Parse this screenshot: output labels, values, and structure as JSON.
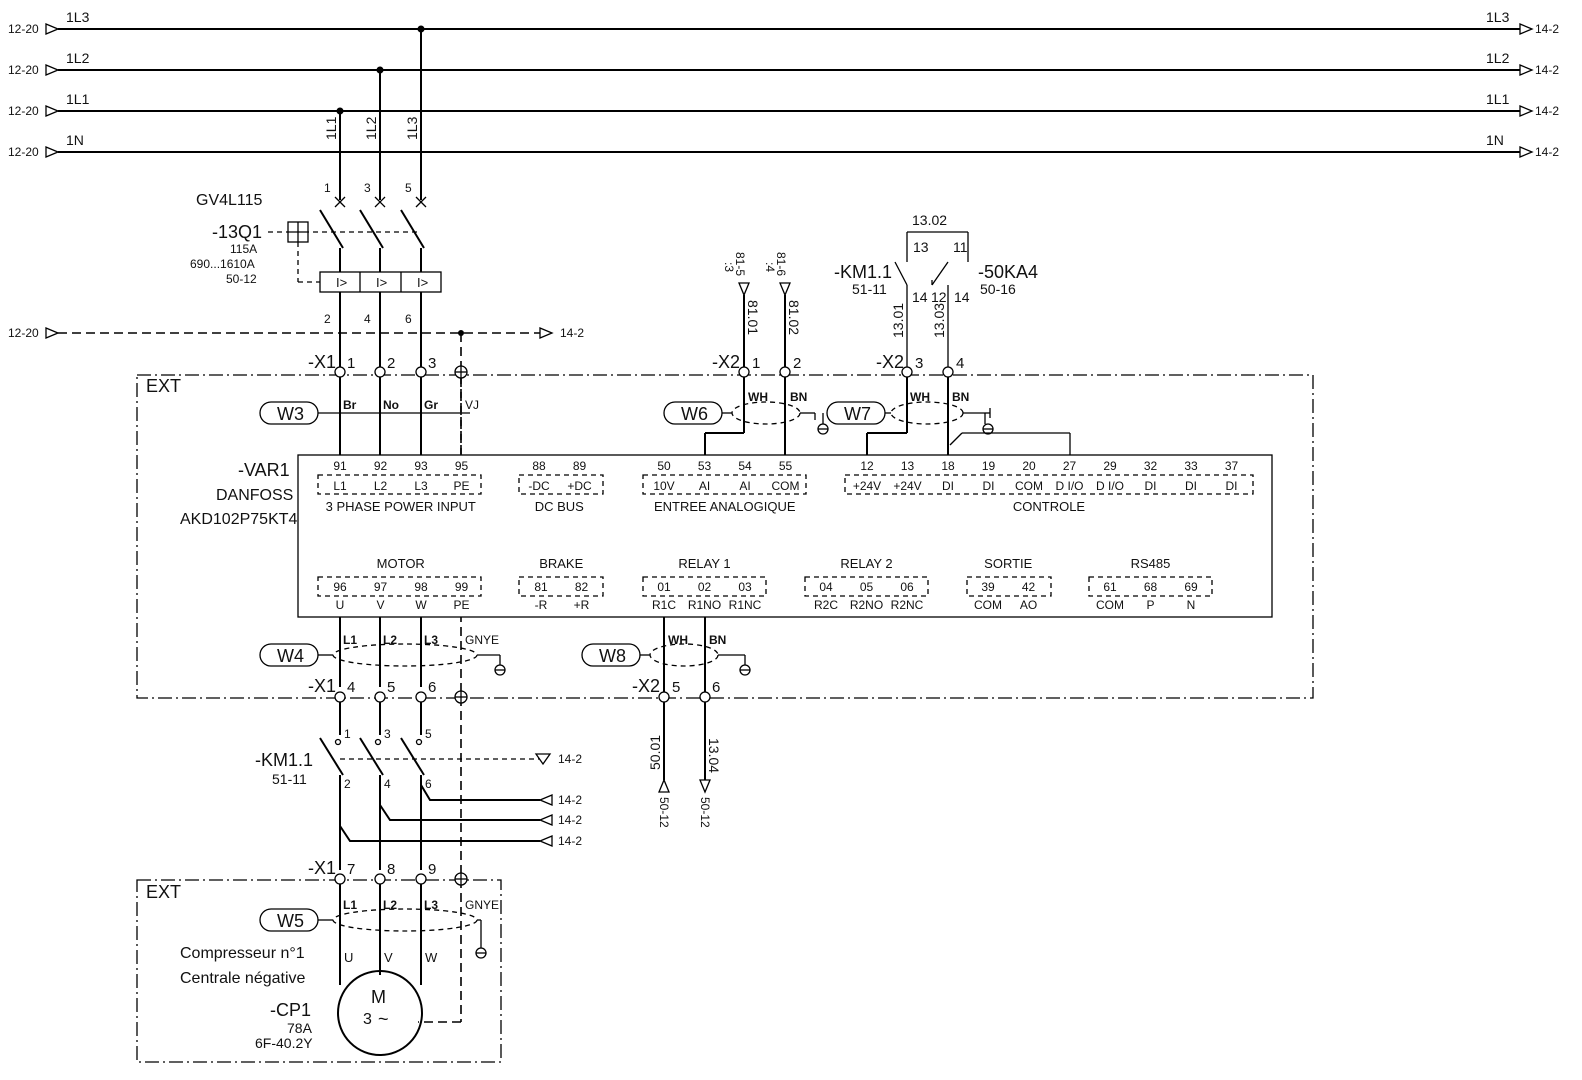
{
  "buses": [
    {
      "name": "1L3",
      "ref_in": "12-20",
      "ref_out": "14-2"
    },
    {
      "name": "1L2",
      "ref_in": "12-20",
      "ref_out": "14-2"
    },
    {
      "name": "1L1",
      "ref_in": "12-20",
      "ref_out": "14-2"
    },
    {
      "name": "1N",
      "ref_in": "12-20",
      "ref_out": "14-2"
    }
  ],
  "drops": [
    "1L1",
    "1L2",
    "1L3"
  ],
  "breaker": {
    "model": "GV4L115",
    "tag": "-13Q1",
    "rating": "115A",
    "range": "690...1610A",
    "ref": "50-12",
    "top_terms": [
      "1",
      "3",
      "5"
    ],
    "bottom_terms": [
      "2",
      "4",
      "6"
    ],
    "trip_symbol": "I>"
  },
  "pe_line": {
    "ref_in": "12-20",
    "ref_out": "14-2"
  },
  "ext_label": "EXT",
  "x1_top": {
    "tag": "-X1",
    "terms": [
      "1",
      "2",
      "3"
    ]
  },
  "x2_top": {
    "tag": "-X2",
    "terms": [
      "1",
      "2"
    ]
  },
  "x2_ctrl": {
    "tag": "-X2",
    "terms": [
      "3",
      "4"
    ]
  },
  "x1_mid": {
    "tag": "-X1",
    "terms": [
      "4",
      "5",
      "6"
    ]
  },
  "x2_bottom": {
    "tag": "-X2",
    "terms": [
      "5",
      "6"
    ]
  },
  "x1_bottom": {
    "tag": "-X1",
    "terms": [
      "7",
      "8",
      "9"
    ]
  },
  "cables": {
    "w3": {
      "name": "W3",
      "cores": [
        "Br",
        "No",
        "Gr",
        "VJ"
      ]
    },
    "w6": {
      "name": "W6",
      "cores": [
        "WH",
        "BN"
      ]
    },
    "w7": {
      "name": "W7",
      "cores": [
        "WH",
        "BN"
      ]
    },
    "w4": {
      "name": "W4",
      "cores": [
        "L1",
        "L2",
        "L3",
        "GNYE"
      ]
    },
    "w8": {
      "name": "W8",
      "cores": [
        "WH",
        "BN"
      ]
    },
    "w5": {
      "name": "W5",
      "cores": [
        "L1",
        "L2",
        "L3",
        "GNYE"
      ]
    }
  },
  "analog_in": {
    "ref1": "81-5",
    "ref1b": ":3",
    "ref2": "81-6",
    "ref2b": ":4",
    "wire1": "81.01",
    "wire2": "81.02"
  },
  "contacts": {
    "bridge": "13.02",
    "km_tag": "-KM1.1",
    "km_ref": "51-11",
    "ka_tag": "-50KA4",
    "ka_ref": "50-16",
    "km_n13": "13",
    "km_n14": "14",
    "ka_n11": "11",
    "ka_n12": "12",
    "ka_n14": "14",
    "wire1": "13.01",
    "wire2": "13.03"
  },
  "vfd": {
    "tag": "-VAR1",
    "maker": "DANFOSS",
    "model": "AKD102P75KT4",
    "top_groups": [
      {
        "label": "3 PHASE POWER INPUT",
        "nums": [
          "91",
          "92",
          "93",
          "95"
        ],
        "names": [
          "L1",
          "L2",
          "L3",
          "PE"
        ]
      },
      {
        "label": "DC BUS",
        "nums": [
          "88",
          "89"
        ],
        "names": [
          "-DC",
          "+DC"
        ]
      },
      {
        "label": "ENTREE ANALOGIQUE",
        "nums": [
          "50",
          "53",
          "54",
          "55"
        ],
        "names": [
          "10V",
          "AI",
          "AI",
          "COM"
        ]
      },
      {
        "label": "CONTROLE",
        "nums": [
          "12",
          "13",
          "18",
          "19",
          "20",
          "27",
          "29",
          "32",
          "33",
          "37"
        ],
        "names": [
          "+24V",
          "+24V",
          "DI",
          "DI",
          "COM",
          "D I/O",
          "D I/O",
          "DI",
          "DI",
          "DI"
        ]
      }
    ],
    "bottom_groups": [
      {
        "label": "MOTOR",
        "nums": [
          "96",
          "97",
          "98",
          "99"
        ],
        "names": [
          "U",
          "V",
          "W",
          "PE"
        ]
      },
      {
        "label": "BRAKE",
        "nums": [
          "81",
          "82"
        ],
        "names": [
          "-R",
          "+R"
        ]
      },
      {
        "label": "RELAY 1",
        "nums": [
          "01",
          "02",
          "03"
        ],
        "names": [
          "R1C",
          "R1NO",
          "R1NC"
        ]
      },
      {
        "label": "RELAY 2",
        "nums": [
          "04",
          "05",
          "06"
        ],
        "names": [
          "R2C",
          "R2NO",
          "R2NC"
        ]
      },
      {
        "label": "SORTIE",
        "nums": [
          "39",
          "42"
        ],
        "names": [
          "COM",
          "AO"
        ]
      },
      {
        "label": "RS485",
        "nums": [
          "61",
          "68",
          "69"
        ],
        "names": [
          "COM",
          "P",
          "N"
        ]
      }
    ]
  },
  "relay_out": {
    "wire1": "50.01",
    "wire2": "13.04",
    "ref1": "50-12",
    "ref2": "50-12"
  },
  "contactor": {
    "tag": "-KM1.1",
    "ref": "51-11",
    "top_terms": [
      "1",
      "3",
      "5"
    ],
    "bottom_terms": [
      "2",
      "4",
      "6"
    ],
    "aux_ref": "14-2",
    "out_refs": [
      "14-2",
      "14-2",
      "14-2"
    ]
  },
  "motor": {
    "line1": "Compresseur n°1",
    "line2": "Centrale négative",
    "tag": "-CP1",
    "current": "78A",
    "model": "6F-40.2Y",
    "symbol": "M",
    "phase": "3",
    "tilde": "~",
    "terms": [
      "U",
      "V",
      "W"
    ]
  }
}
